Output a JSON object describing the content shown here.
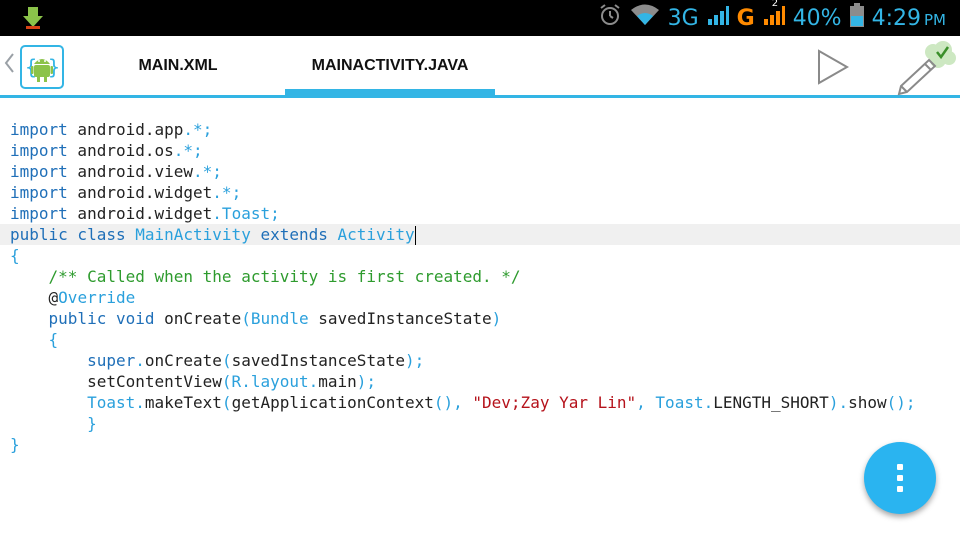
{
  "statusbar": {
    "network_3g": "3G",
    "network_g": "G",
    "signal_2": "2",
    "battery": "40%",
    "time": "4:29",
    "ampm": "PM"
  },
  "tabs": [
    {
      "label": "MAIN.XML",
      "active": false
    },
    {
      "label": "MAINACTIVITY.JAVA",
      "active": true
    }
  ],
  "code_lines": [
    [
      {
        "t": "import",
        "c": "kw"
      },
      {
        "t": " android.app",
        "c": ""
      },
      {
        "t": ".*;",
        "c": "lt"
      }
    ],
    [
      {
        "t": "import",
        "c": "kw"
      },
      {
        "t": " android.os",
        "c": ""
      },
      {
        "t": ".*;",
        "c": "lt"
      }
    ],
    [
      {
        "t": "import",
        "c": "kw"
      },
      {
        "t": " android.view",
        "c": ""
      },
      {
        "t": ".*;",
        "c": "lt"
      }
    ],
    [
      {
        "t": "import",
        "c": "kw"
      },
      {
        "t": " android.widget",
        "c": ""
      },
      {
        "t": ".*;",
        "c": "lt"
      }
    ],
    [
      {
        "t": "import",
        "c": "kw"
      },
      {
        "t": " android.widget",
        "c": ""
      },
      {
        "t": ".Toast;",
        "c": "lt"
      }
    ],
    [
      {
        "t": "public class",
        "c": "kw"
      },
      {
        "t": " MainActivity ",
        "c": "lt"
      },
      {
        "t": "extends",
        "c": "kw"
      },
      {
        "t": " Activity",
        "c": "lt"
      }
    ],
    [
      {
        "t": "{",
        "c": "lt"
      }
    ],
    [
      {
        "t": "    /** Called when the activity is first created. */",
        "c": "cm"
      }
    ],
    [
      {
        "t": "    @",
        "c": ""
      },
      {
        "t": "Override",
        "c": "lt"
      }
    ],
    [
      {
        "t": "    public void",
        "c": "kw"
      },
      {
        "t": " onCreate",
        "c": ""
      },
      {
        "t": "(Bundle",
        "c": "lt"
      },
      {
        "t": " savedInstanceState",
        "c": ""
      },
      {
        "t": ")",
        "c": "lt"
      }
    ],
    [
      {
        "t": "    {",
        "c": "lt"
      }
    ],
    [
      {
        "t": "        super",
        "c": "kw"
      },
      {
        "t": ".",
        "c": "lt"
      },
      {
        "t": "onCreate",
        "c": ""
      },
      {
        "t": "(",
        "c": "lt"
      },
      {
        "t": "savedInstanceState",
        "c": ""
      },
      {
        "t": ");",
        "c": "lt"
      }
    ],
    [
      {
        "t": "        setContentView",
        "c": ""
      },
      {
        "t": "(R.layout.",
        "c": "lt"
      },
      {
        "t": "main",
        "c": ""
      },
      {
        "t": ");",
        "c": "lt"
      }
    ],
    [
      {
        "t": "        Toast.",
        "c": "lt"
      },
      {
        "t": "makeText",
        "c": ""
      },
      {
        "t": "(",
        "c": "lt"
      },
      {
        "t": "getApplicationContext",
        "c": ""
      },
      {
        "t": "(), ",
        "c": "lt"
      },
      {
        "t": "\"Dev;Zay Yar Lin\"",
        "c": "str"
      },
      {
        "t": ", Toast.",
        "c": "lt"
      },
      {
        "t": "LENGTH_SHORT",
        "c": ""
      },
      {
        "t": ").",
        "c": "lt"
      },
      {
        "t": "show",
        "c": ""
      },
      {
        "t": "();",
        "c": "lt"
      }
    ],
    [
      {
        "t": "        }",
        "c": "lt"
      }
    ],
    [
      {
        "t": "}",
        "c": "lt"
      }
    ]
  ],
  "current_line": 5,
  "colors": {
    "accent": "#33b5e5",
    "keyword": "#1f6fb8",
    "literal": "#2aa0dc",
    "comment": "#2e9b2e",
    "string": "#b5121b",
    "fab": "#2ab4f0"
  },
  "icons": {
    "download": "download-icon",
    "alarm": "alarm-icon",
    "wifi": "wifi-icon",
    "signal": "signal-icon",
    "battery": "battery-icon",
    "back": "back-chevron-icon",
    "app": "android-app-icon",
    "run": "play-icon",
    "edit": "pencil-icon",
    "menu": "overflow-menu-icon"
  }
}
